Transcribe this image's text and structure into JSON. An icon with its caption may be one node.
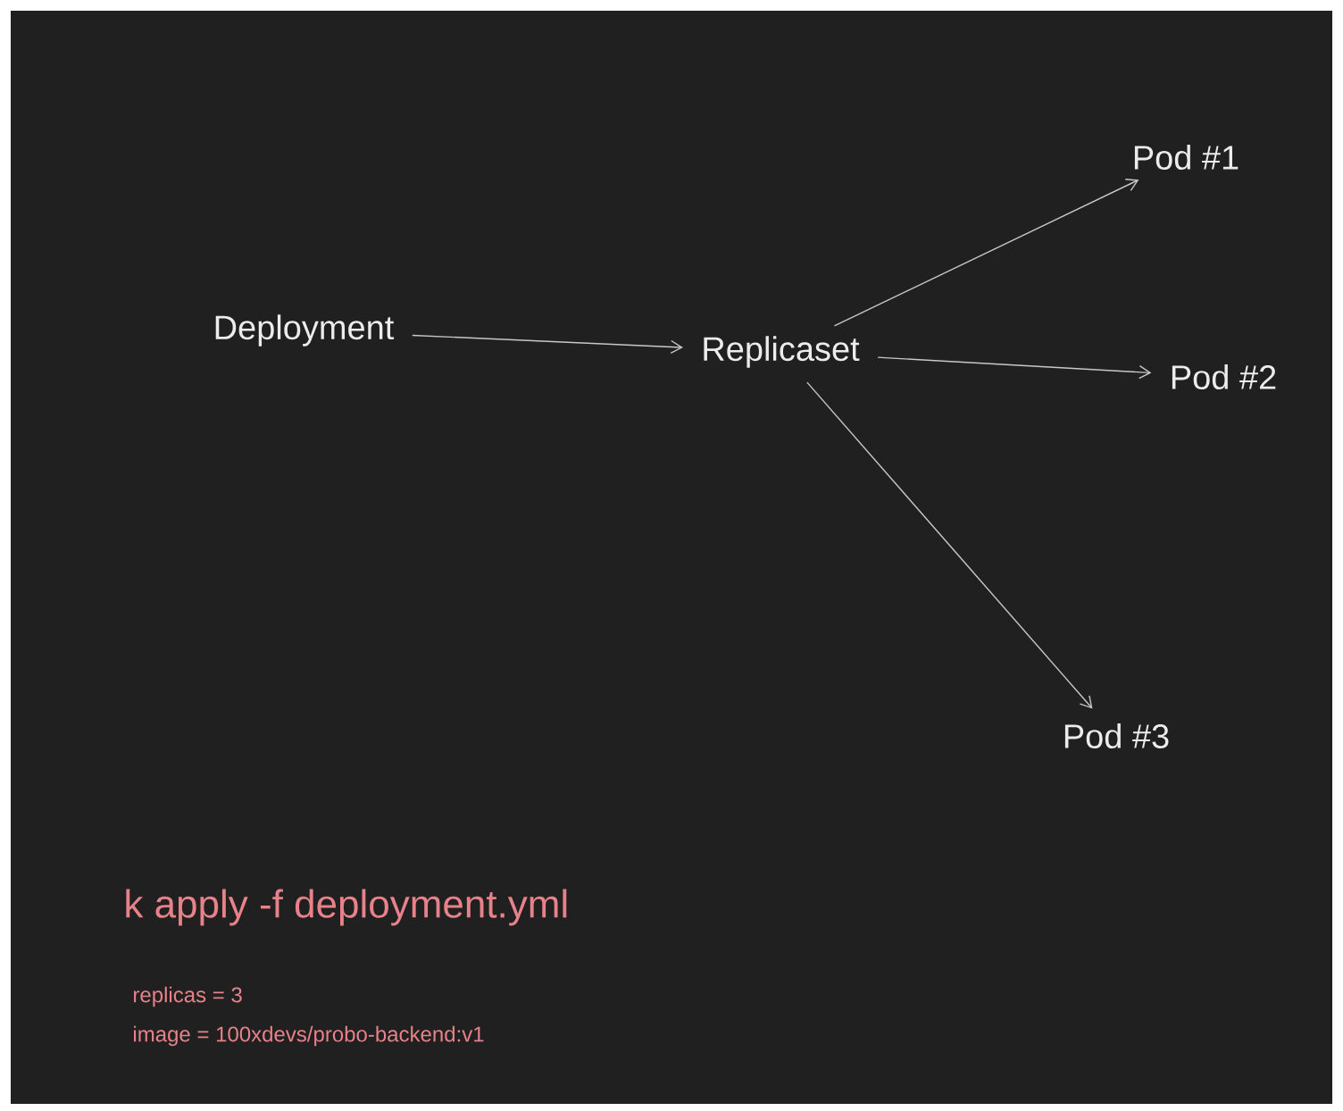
{
  "diagram": {
    "nodes": [
      {
        "text": [
          "Deployment"
        ]
      },
      {
        "text": [
          "Replicaset"
        ]
      },
      {
        "text": [
          "Pod #1"
        ]
      },
      {
        "text": [
          "Pod #2"
        ]
      },
      {
        "text": [
          "Pod #3"
        ]
      }
    ],
    "edges": [
      {
        "from": 0,
        "to": 1,
        "arrow": "to"
      },
      {
        "from": 1,
        "to": 2,
        "arrow": "to"
      },
      {
        "from": 1,
        "to": 3,
        "arrow": "to"
      },
      {
        "from": 1,
        "to": 4,
        "arrow": "to"
      }
    ],
    "labels": [
      "k apply -f deployment.yml",
      "replicas = 3",
      "image = 100xdevs/probo-backend:v1"
    ]
  }
}
